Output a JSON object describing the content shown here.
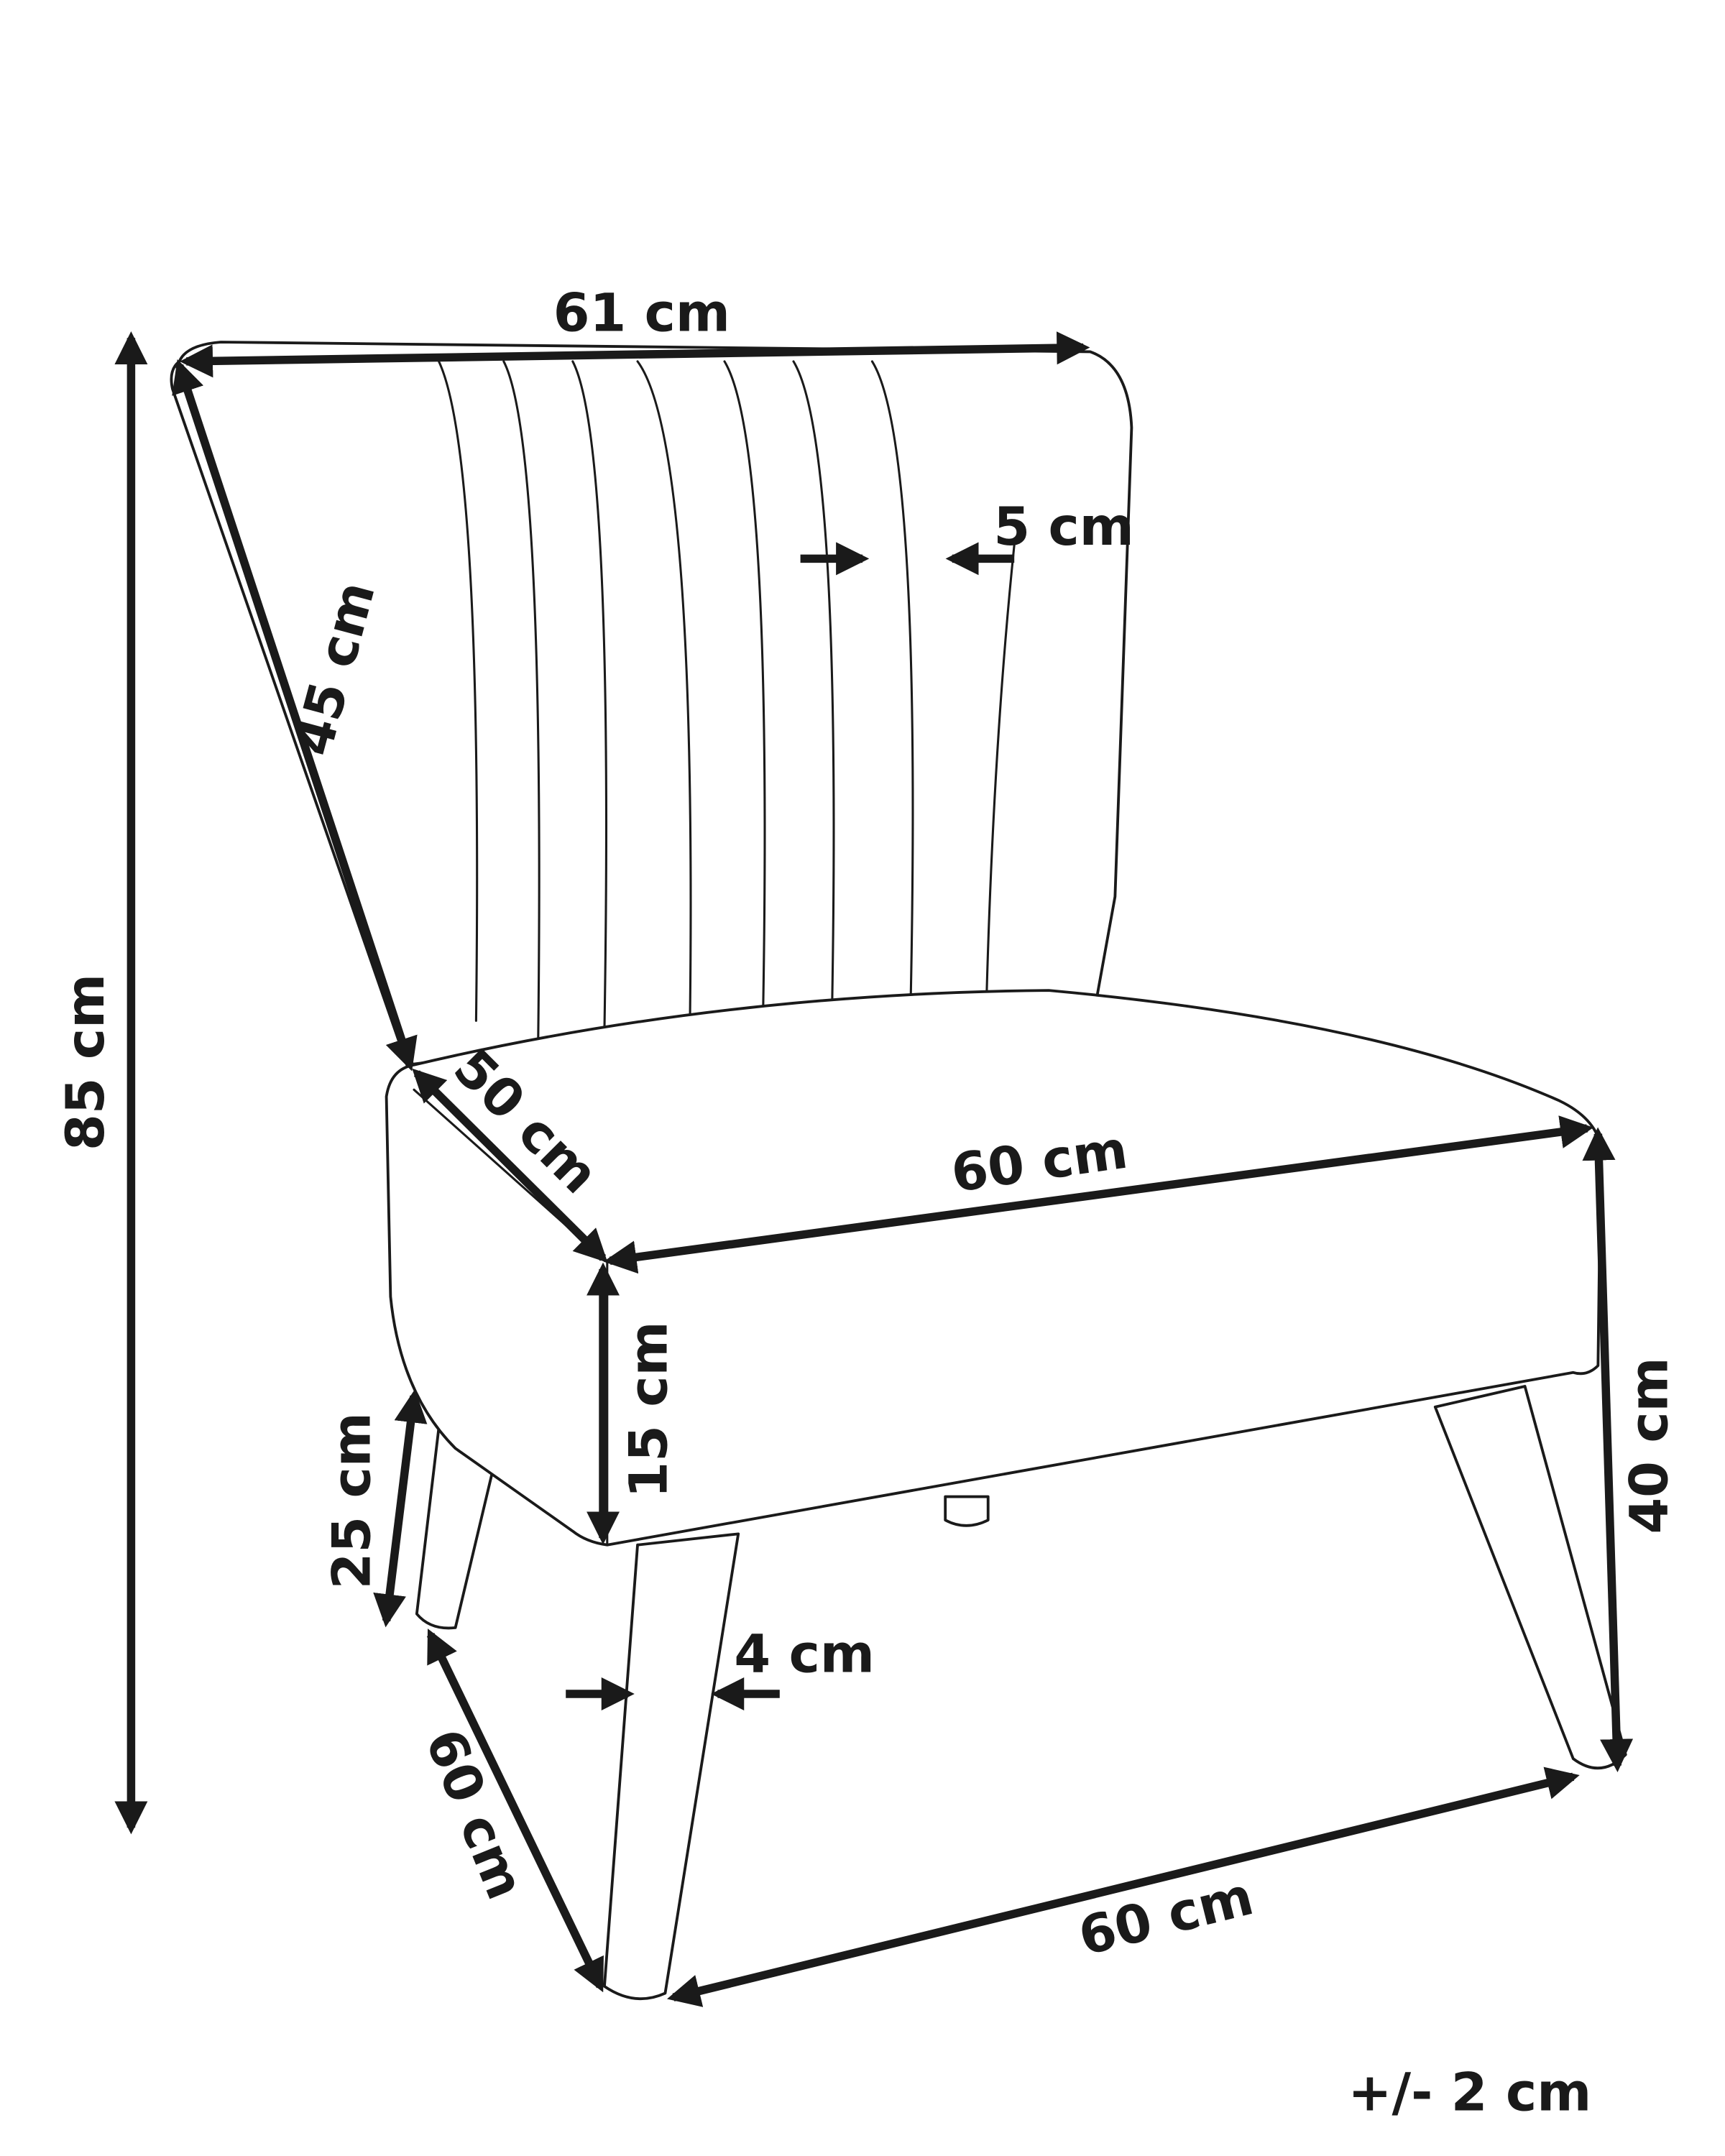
{
  "labels": {
    "top_width": "61 cm",
    "channel_width": "5 cm",
    "back_height": "45 cm",
    "total_height": "85 cm",
    "seat_depth": "50 cm",
    "seat_width": "60 cm",
    "seat_thickness": "15 cm",
    "seat_height": "40 cm",
    "leg_height": "25 cm",
    "leg_width": "4 cm",
    "leg_depth": "60 cm",
    "leg_span_width": "60 cm",
    "tolerance": "+/- 2 cm"
  },
  "colors": {
    "line": "#1a1a1a",
    "background": "#ffffff"
  }
}
